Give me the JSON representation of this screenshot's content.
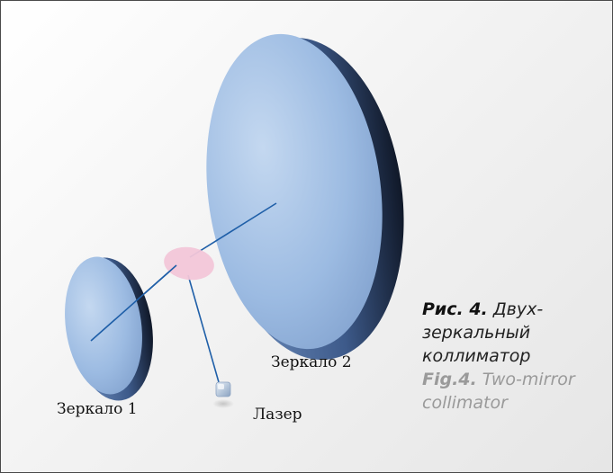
{
  "labels": {
    "mirror2": "Зеркало 2",
    "mirror1": "Зеркало 1",
    "laser": "Лазер"
  },
  "caption": {
    "ru_label": "Рис. 4.",
    "ru_text": "Двух-зеркальный коллиматор",
    "en_label": "Fig.4.",
    "en_text": "Two-mirror collimator"
  },
  "colors": {
    "mirror": "#8fb0dc",
    "beam": "#1f5fa8",
    "lens": "#f2c6d8"
  }
}
